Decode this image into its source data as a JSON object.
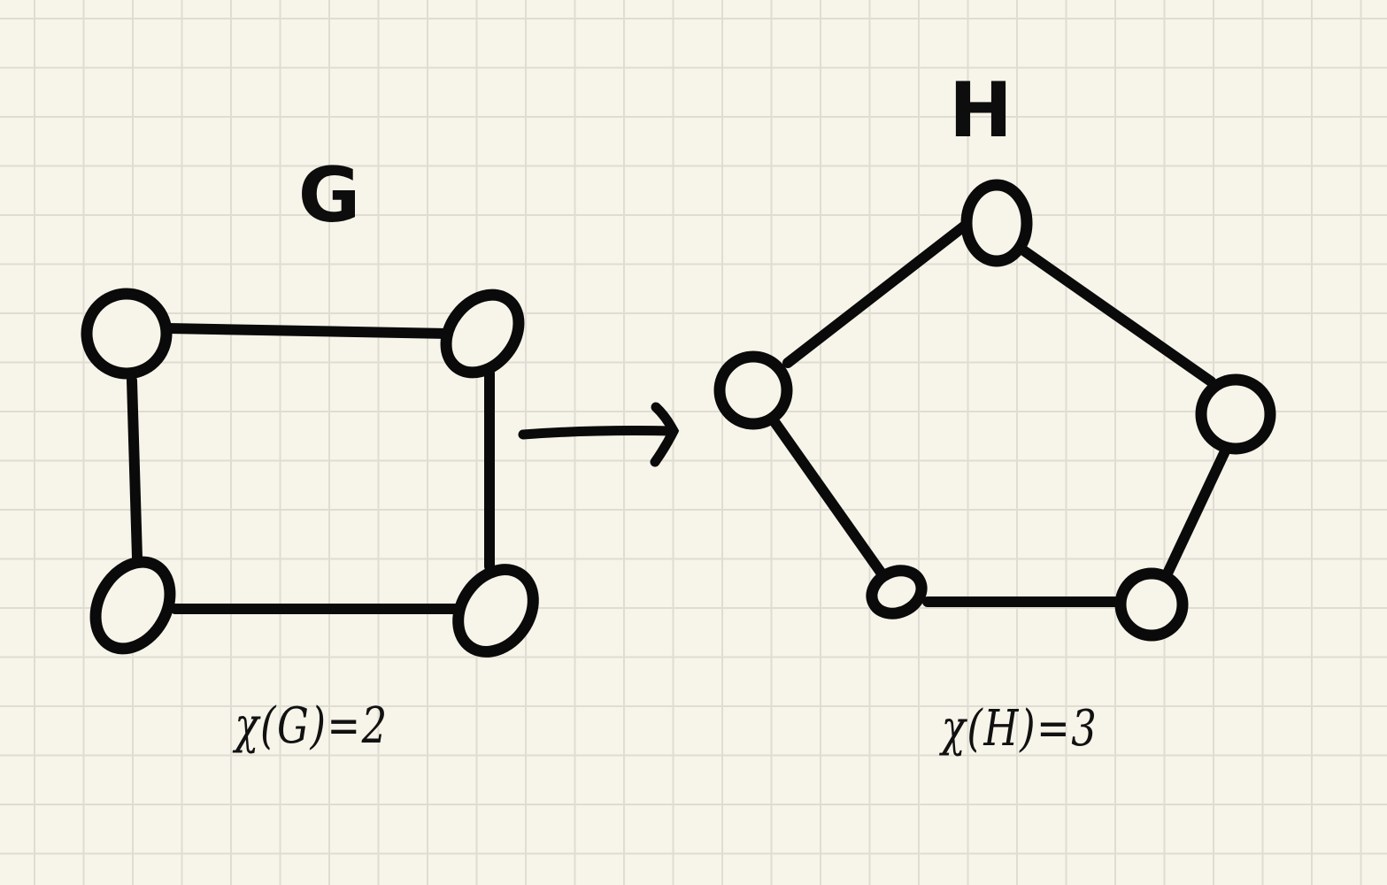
{
  "graphs": [
    {
      "title": "G",
      "chromatic_label": "χ(G)=2",
      "shape": "square (4-cycle)",
      "vertex_count": 4,
      "edge_count": 4
    },
    {
      "title": "H",
      "chromatic_label": "χ(H)=3",
      "shape": "pentagon (5-cycle)",
      "vertex_count": 5,
      "edge_count": 5
    }
  ],
  "arrow": {
    "direction": "right",
    "from": "G",
    "to": "H"
  },
  "colors": {
    "background": "#f7f4e9",
    "grid": "#dfddd3",
    "ink": "#0a0a0a"
  }
}
